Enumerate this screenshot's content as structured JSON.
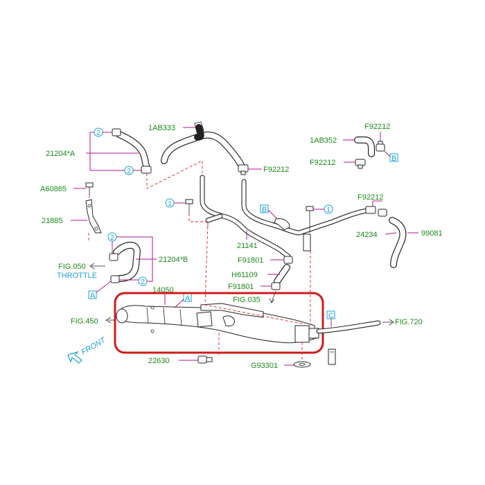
{
  "diagram": {
    "labels": {
      "p1ab333": "1AB333",
      "p1ab352": "1AB352",
      "f92212_top": "F92212",
      "f92212_b": "F92212",
      "f92212_mid": "F92212",
      "f92212_right": "F92212",
      "p21204a": "21204*A",
      "pa60865": "A60865",
      "p21885": "21885",
      "p21204b": "21204*B",
      "fig050": "FIG.050",
      "throttle": "THROTTLE",
      "p21141": "21141",
      "f91801_a": "F91801",
      "h61109": "H61109",
      "f91801_b": "F91801",
      "fig035": "FIG.035",
      "p14050": "14050",
      "fig450": "FIG.450",
      "fig720": "FIG.720",
      "p24234": "24234",
      "p99081": "99081",
      "p22630": "22630",
      "g93301": "G93301",
      "front": "FRONT"
    },
    "callouts": {
      "c2_top": "2",
      "c2_bottom": "2",
      "c1_left": "1",
      "c1_right": "1",
      "c2_mid_top": "2",
      "c2_mid_bottom": "2",
      "box_a_left": "A",
      "box_a_manifold": "A",
      "box_b_mid": "B",
      "box_b_right": "B",
      "box_c": "C"
    },
    "colors": {
      "part_number": "#1a8a1a",
      "reference": "#1aa0d8",
      "leader": "#b0168a",
      "highlight": "#d01a1a"
    }
  }
}
